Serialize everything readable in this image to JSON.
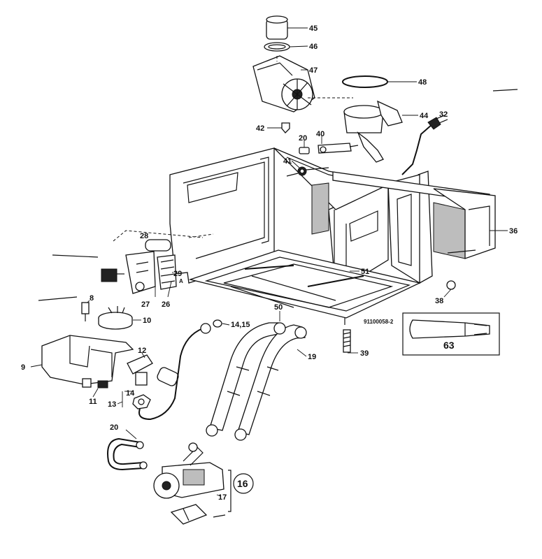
{
  "drawing_code": "91100058-2",
  "callouts": {
    "p8": "8",
    "p9": "9",
    "p10": "10",
    "p11": "11",
    "p12": "12",
    "p13": "13",
    "p14a": "14",
    "p14_15": "14,15",
    "p16": "16",
    "p17": "17",
    "p19": "19",
    "p20a": "20",
    "p20b": "20",
    "p26": "26",
    "p27": "27",
    "p28": "28",
    "p29": "29",
    "p29A": "A",
    "p32": "32",
    "p36": "36",
    "p38": "38",
    "p39": "39",
    "p40": "40",
    "p41": "41",
    "p42": "42",
    "p44": "44",
    "p45": "45",
    "p46": "46",
    "p47": "47",
    "p48": "48",
    "p50": "50",
    "p51": "51",
    "p63": "63"
  }
}
